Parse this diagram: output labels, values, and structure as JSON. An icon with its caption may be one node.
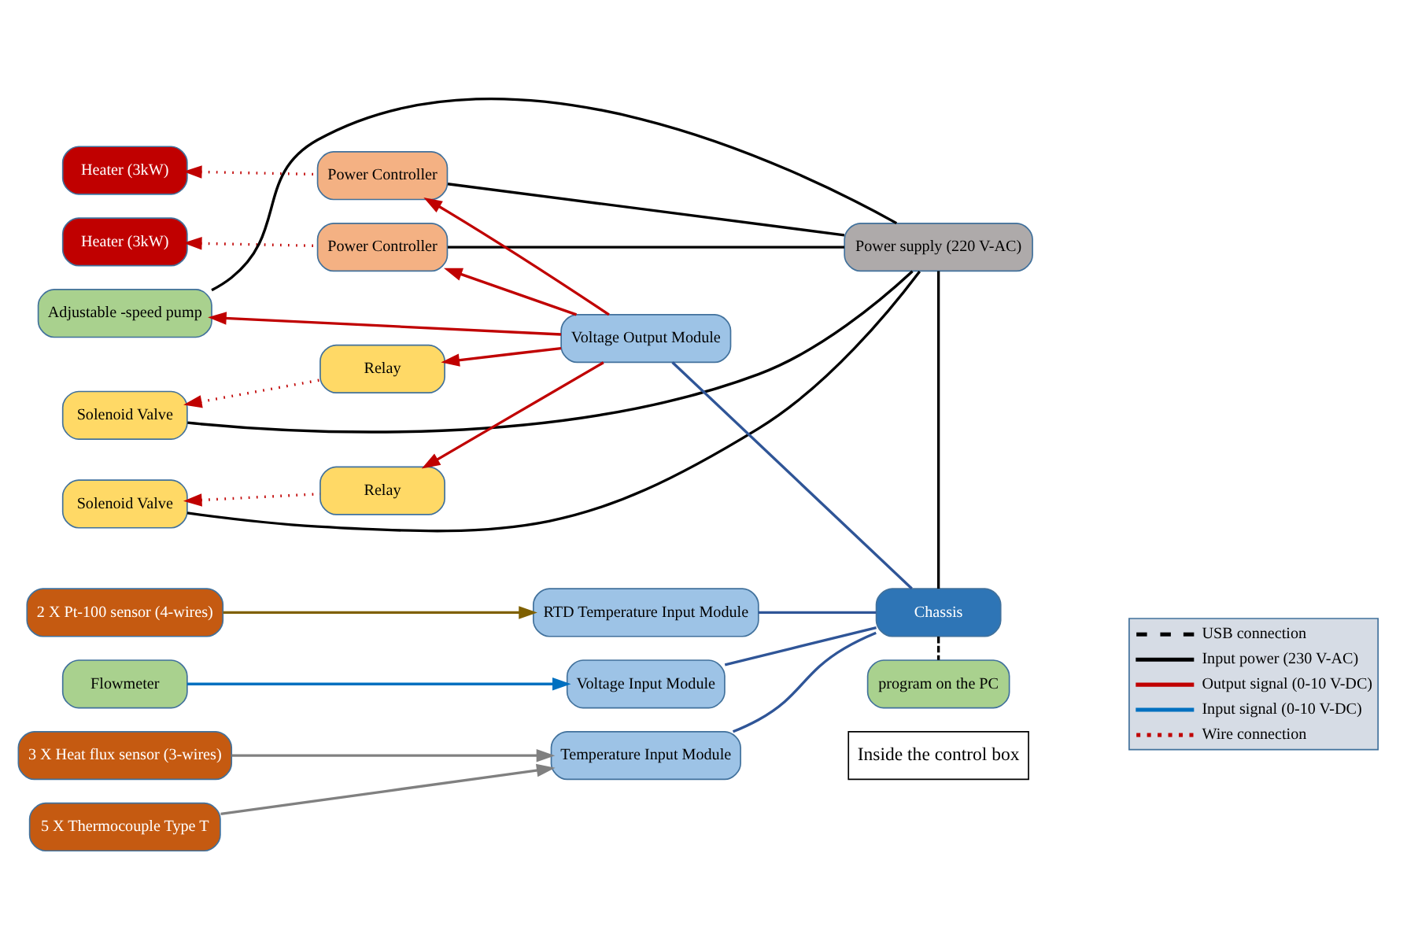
{
  "diagram": {
    "nodes": [
      {
        "text": [
          "Heater (3kW)"
        ]
      },
      {
        "text": [
          "Heater (3kW)"
        ]
      },
      {
        "text": [
          "Adjustable -speed pump"
        ]
      },
      {
        "text": [
          "Flowmeter"
        ]
      },
      {
        "text": [
          "Solenoid Valve"
        ]
      },
      {
        "text": [
          "Solenoid Valve"
        ]
      },
      {
        "text": [
          "2 X Pt-100 sensor (4-wires)"
        ]
      },
      {
        "text": [
          "3 X Heat flux sensor (3-wires)"
        ]
      },
      {
        "text": [
          "5 X Thermocouple Type T"
        ]
      },
      {
        "text": [
          "Power Controller"
        ]
      },
      {
        "text": [
          "Power Controller"
        ]
      },
      {
        "text": [
          "Relay"
        ]
      },
      {
        "text": [
          "Relay"
        ]
      },
      {
        "text": [
          "Voltage Output Module"
        ]
      },
      {
        "text": [
          "Voltage Input Module"
        ]
      },
      {
        "text": [
          "RTD Temperature Input Module"
        ]
      },
      {
        "text": [
          "Temperature Input Module"
        ]
      },
      {
        "text": [
          "Power supply (220 V-AC)"
        ]
      },
      {
        "text": [
          "Chassis"
        ]
      },
      {
        "text": [
          "program on the PC"
        ]
      }
    ],
    "edges": [
      {
        "from": 17,
        "to": 9,
        "arrow": "none",
        "color": "#000000"
      },
      {
        "from": 17,
        "to": 10,
        "arrow": "none",
        "color": "#000000"
      },
      {
        "from": 17,
        "to": 2,
        "arrow": "none",
        "color": "#000000"
      },
      {
        "from": 17,
        "to": 4,
        "arrow": "none",
        "color": "#000000"
      },
      {
        "from": 17,
        "to": 5,
        "arrow": "none",
        "color": "#000000"
      },
      {
        "from": 9,
        "to": 0,
        "arrow": "to",
        "style": "dashed",
        "color": "#c00000"
      },
      {
        "from": 10,
        "to": 1,
        "arrow": "to",
        "style": "dashed",
        "color": "#c00000"
      },
      {
        "from": 13,
        "to": 9,
        "arrow": "to",
        "color": "#c00000"
      },
      {
        "from": 13,
        "to": 10,
        "arrow": "to",
        "color": "#c00000"
      },
      {
        "from": 13,
        "to": 2,
        "arrow": "to",
        "color": "#c00000"
      },
      {
        "from": 13,
        "to": 11,
        "arrow": "to",
        "color": "#c00000"
      },
      {
        "from": 13,
        "to": 12,
        "arrow": "to",
        "color": "#c00000"
      },
      {
        "from": 3,
        "to": 14,
        "arrow": "to",
        "color": "#0070c0"
      },
      {
        "from": 11,
        "to": 4,
        "arrow": "to",
        "style": "dashed",
        "color": "#c00000"
      },
      {
        "from": 12,
        "to": 5,
        "arrow": "to",
        "style": "dashed",
        "color": "#c00000"
      },
      {
        "from": 6,
        "to": 15,
        "arrow": "to",
        "color": "#7f6000"
      },
      {
        "from": 7,
        "to": 16,
        "arrow": "to",
        "color": "#808080"
      },
      {
        "from": 8,
        "to": 16,
        "arrow": "to",
        "color": "#808080"
      },
      {
        "from": 13,
        "to": 18,
        "arrow": "none",
        "color": "#2f5597"
      },
      {
        "from": 14,
        "to": 18,
        "arrow": "none",
        "color": "#2f5597"
      },
      {
        "from": 15,
        "to": 18,
        "arrow": "none",
        "color": "#2f5597"
      },
      {
        "from": 16,
        "to": 18,
        "arrow": "none",
        "color": "#2f5597"
      },
      {
        "from": 17,
        "to": 18,
        "arrow": "none",
        "color": "#000000"
      },
      {
        "from": 18,
        "to": 19,
        "arrow": "none",
        "style": "dashed",
        "color": "#000000"
      }
    ],
    "labels": [
      "Inside the control box"
    ],
    "legend": [
      {
        "text": "USB connection"
      },
      {
        "text": "Input power (230 V-AC)"
      },
      {
        "text": "Output signal (0-10 V-DC)"
      },
      {
        "text": "Input signal (0-10 V-DC)"
      },
      {
        "text": "Wire connection"
      }
    ]
  }
}
